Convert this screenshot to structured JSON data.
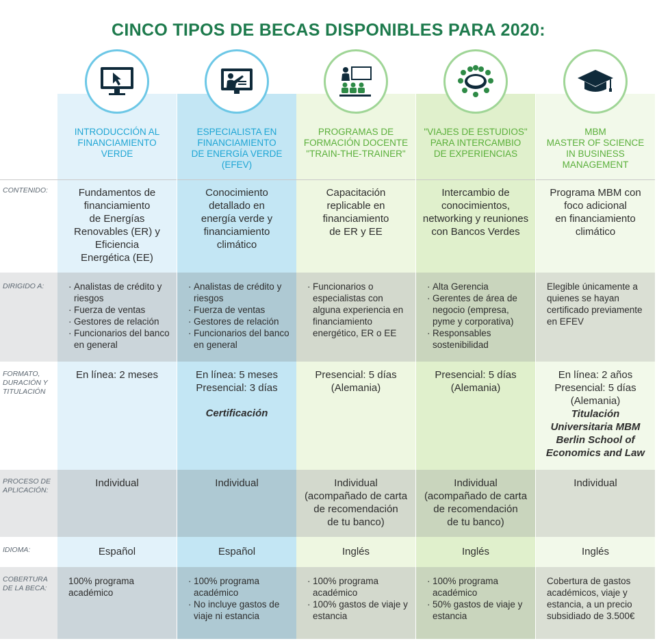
{
  "title": {
    "pre": "CINCO ",
    "bold1": "TIPOS DE BECAS",
    "mid": " DISPONIBLES PARA ",
    "bold2": "2020:"
  },
  "colors": {
    "title": "#1d7a4c",
    "blue_head": "#1ea5d4",
    "green_head": "#5aaf3a"
  },
  "row_labels": {
    "contenido": "CONTENIDO:",
    "dirigido": "DIRIGIDO A:",
    "formato": "FORMATO, DURACIÓN Y TITULACIÓN",
    "proceso": "PROCESO DE APLICACIÓN:",
    "idioma": "IDIOMA:",
    "cobertura": "COBERTURA DE LA BECA:"
  },
  "columns": [
    {
      "icon": "monitor-cursor-icon",
      "head": [
        "INTRODUCCIÓN AL",
        "FINANCIAMIENTO",
        "VERDE"
      ],
      "contenido": [
        "Fundamentos de",
        "financiamiento",
        "de Energías",
        "Renovables (ER) y",
        "Eficiencia",
        "Energética (EE)"
      ],
      "dirigido": [
        "Analistas de crédito y riesgos",
        "Fuerza de ventas",
        "Gestores de relación",
        "Funcionarios del banco en general"
      ],
      "formato": [
        "En línea: 2 meses"
      ],
      "formato_em": [],
      "proceso": [
        "Individual"
      ],
      "idioma": "Español",
      "cobertura": [
        "100% programa académico"
      ]
    },
    {
      "icon": "presentation-screen-icon",
      "head": [
        "ESPECIALISTA EN",
        "FINANCIAMIENTO",
        "DE ENERGÍA VERDE",
        "(EFEV)"
      ],
      "contenido": [
        "Conocimiento",
        "detallado en",
        "energía verde y",
        "financiamiento",
        "climático"
      ],
      "dirigido": [
        "Analistas de crédito y riesgos",
        "Fuerza de ventas",
        "Gestores de relación",
        "Funcionarios del banco en general"
      ],
      "formato": [
        "En línea: 5 meses",
        "Presencial: 3 días"
      ],
      "formato_em": [
        "Certificación"
      ],
      "proceso": [
        "Individual"
      ],
      "idioma": "Español",
      "cobertura": [
        "100% programa académico",
        "No incluye gastos de viaje ni estancia"
      ]
    },
    {
      "icon": "classroom-trainer-icon",
      "head": [
        "PROGRAMAS DE",
        "FORMACIÓN DOCENTE",
        "\"TRAIN-THE-TRAINER\""
      ],
      "contenido": [
        "Capacitación",
        "replicable en",
        "financiamiento",
        "de ER y EE"
      ],
      "dirigido": [
        "Funcionarios o especialistas con alguna experiencia en financiamiento energético, ER o EE"
      ],
      "formato": [
        "Presencial: 5 días",
        "(Alemania)"
      ],
      "formato_em": [],
      "proceso": [
        "Individual",
        "(acompañado de carta",
        "de recomendación",
        "de tu banco)"
      ],
      "idioma": "Inglés",
      "cobertura": [
        "100% programa académico",
        "100% gastos de viaje y estancia"
      ]
    },
    {
      "icon": "meeting-table-icon",
      "head": [
        "\"VIAJES DE ESTUDIOS\"",
        "PARA INTERCAMBIO",
        "DE EXPERIENCIAS"
      ],
      "contenido": [
        "Intercambio de",
        "conocimientos,",
        "networking y reuniones",
        "con Bancos Verdes"
      ],
      "dirigido": [
        "Alta Gerencia",
        "Gerentes de área de negocio (empresa, pyme y corporativa)",
        "Responsables sostenibilidad"
      ],
      "formato": [
        "Presencial: 5 días",
        "(Alemania)"
      ],
      "formato_em": [],
      "proceso": [
        "Individual",
        "(acompañado de carta",
        "de recomendación",
        "de tu banco)"
      ],
      "idioma": "Inglés",
      "cobertura": [
        "100% programa académico",
        "50% gastos de viaje y estancia"
      ]
    },
    {
      "icon": "graduation-cap-icon",
      "head": [
        "MBM",
        "MASTER OF SCIENCE",
        "IN BUSINESS",
        "MANAGEMENT"
      ],
      "contenido": [
        "Programa MBM con",
        "foco adicional",
        "en financiamiento",
        "climático"
      ],
      "dirigido_text": "Elegible únicamente a quienes se hayan certificado previamente en EFEV",
      "formato": [
        "En línea: 2 años",
        "Presencial: 5 días",
        "(Alemania)"
      ],
      "formato_em": [
        "Titulación",
        "Universitaria MBM",
        "Berlin School of",
        "Economics and Law"
      ],
      "proceso": [
        "Individual"
      ],
      "idioma": "Inglés",
      "cobertura_text": "Cobertura de gastos académicos, viaje y estancia, a un precio subsidiado de 3.500€"
    }
  ]
}
